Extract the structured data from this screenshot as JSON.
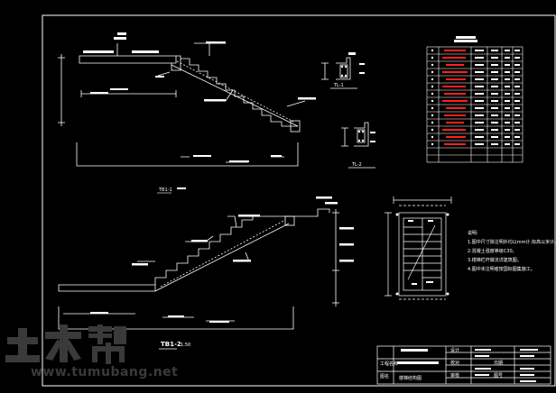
{
  "drawing": {
    "section_title_1": "TB1-1",
    "section_title_2": "TB1-2",
    "scale_2": "1:50",
    "notes_heading": "说明:",
    "notes": [
      "1.图中尺寸除注明外均以mm计,标高以米计。",
      "2.混凝土强度等级C30。",
      "3.楼梯栏杆做法详建筑图。",
      "4.图中未注明者按国标图集施工。"
    ],
    "detail_labels": [
      "TL-1",
      "TL-2"
    ],
    "plan_title": "楼梯平面图"
  },
  "title_block": {
    "cells": [
      "工程名称",
      "图名",
      "设计",
      "校对",
      "审核",
      "日期",
      "图号"
    ],
    "drawing_name": "楼梯结构图"
  },
  "watermark": {
    "logo_text": "土木帮",
    "url": "www.tumubang.net"
  },
  "colors": {
    "background": "#000000",
    "line": "#ffffff",
    "table_red": "#ff2020",
    "watermark": "#3a3a3a"
  }
}
